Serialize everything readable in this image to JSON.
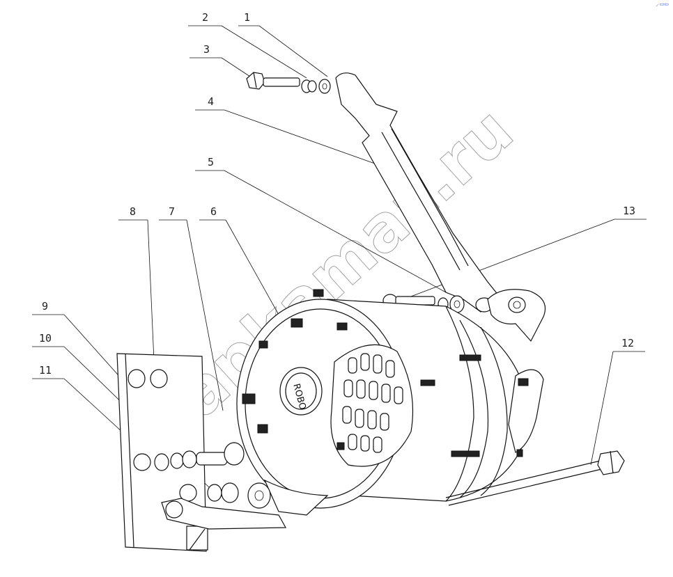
{
  "diagram": {
    "callouts": [
      {
        "id": "callout-1",
        "label": "1"
      },
      {
        "id": "callout-2",
        "label": "2"
      },
      {
        "id": "callout-3",
        "label": "3"
      },
      {
        "id": "callout-4",
        "label": "4"
      },
      {
        "id": "callout-5",
        "label": "5"
      },
      {
        "id": "callout-6",
        "label": "6"
      },
      {
        "id": "callout-7",
        "label": "7"
      },
      {
        "id": "callout-8",
        "label": "8"
      },
      {
        "id": "callout-9",
        "label": "9"
      },
      {
        "id": "callout-10",
        "label": "10"
      },
      {
        "id": "callout-11",
        "label": "11"
      },
      {
        "id": "callout-12",
        "label": "12"
      },
      {
        "id": "callout-13",
        "label": "13"
      }
    ],
    "alternator_cover_text": "ROBO",
    "watermark": "zapkamaz.ru",
    "corner_mark": "◞ ▭▭"
  }
}
